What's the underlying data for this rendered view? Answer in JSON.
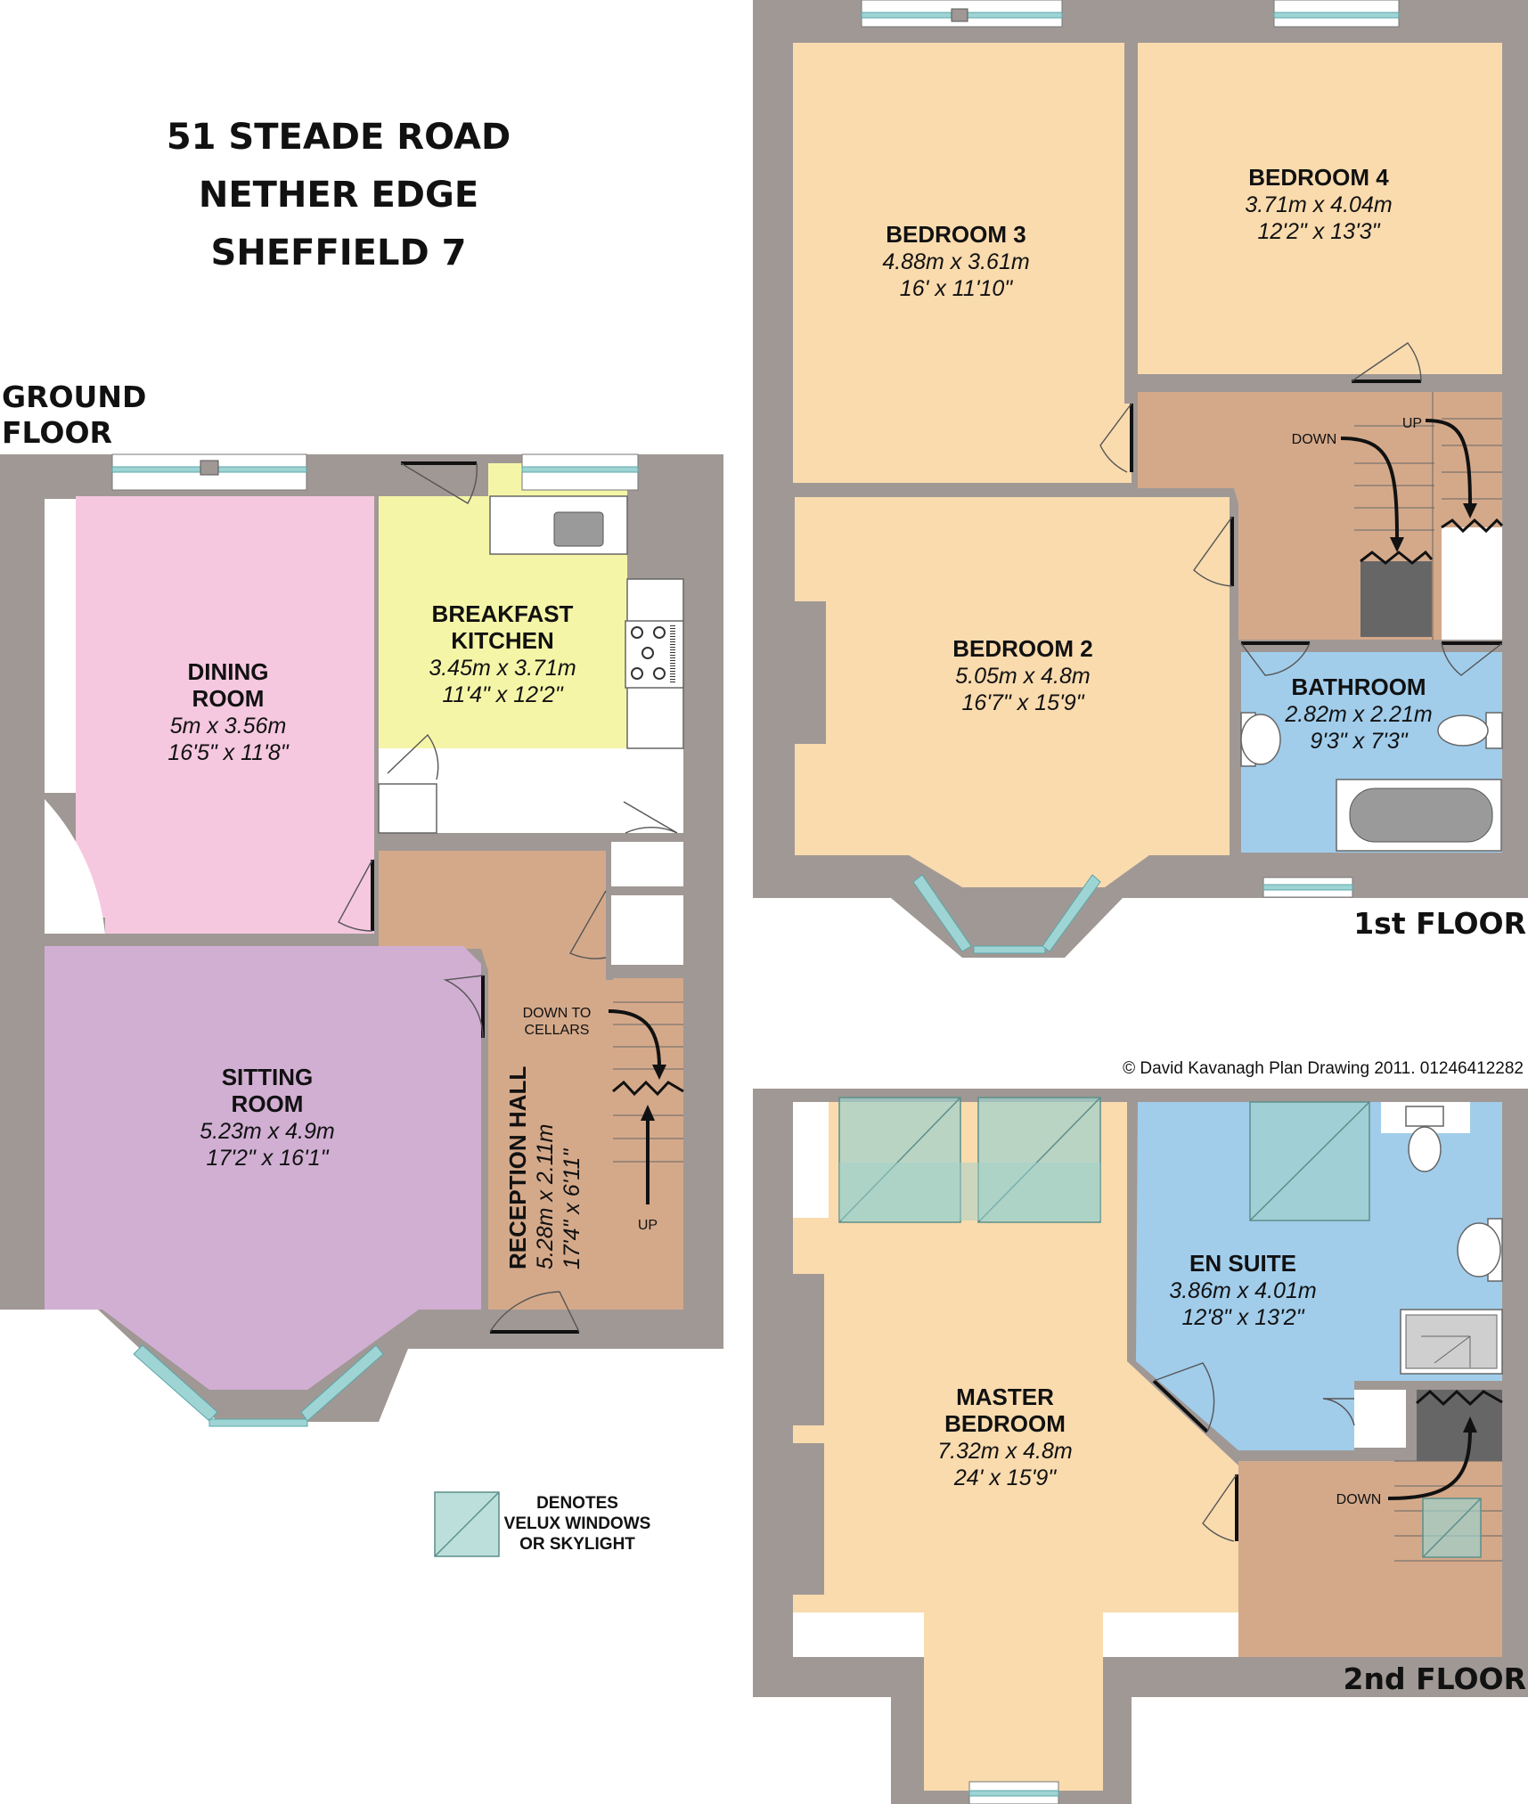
{
  "header": {
    "line1": "51 STEADE ROAD",
    "line2": "NETHER EDGE",
    "line3": "SHEFFIELD 7"
  },
  "floors": {
    "ground_line1": "GROUND",
    "ground_line2": "FLOOR",
    "first": "1st FLOOR",
    "second": "2nd FLOOR"
  },
  "rooms": {
    "dining": {
      "name1": "DINING",
      "name2": "ROOM",
      "metric": "5m x 3.56m",
      "imperial": "16'5\" x 11'8\""
    },
    "kitchen": {
      "name1": "BREAKFAST",
      "name2": "KITCHEN",
      "metric": "3.45m x 3.71m",
      "imperial": "11'4\" x 12'2\""
    },
    "sitting": {
      "name1": "SITTING",
      "name2": "ROOM",
      "metric": "5.23m x 4.9m",
      "imperial": "17'2\" x 16'1\""
    },
    "hall": {
      "name": "RECEPTION HALL",
      "metric": "5.28m x 2.11m",
      "imperial": "17'4\" x 6'11\""
    },
    "bedroom3": {
      "name": "BEDROOM 3",
      "metric": "4.88m x 3.61m",
      "imperial": "16' x 11'10\""
    },
    "bedroom4": {
      "name": "BEDROOM 4",
      "metric": "3.71m x 4.04m",
      "imperial": "12'2\" x 13'3\""
    },
    "bedroom2": {
      "name": "BEDROOM 2",
      "metric": "5.05m x 4.8m",
      "imperial": "16'7\" x 15'9\""
    },
    "bathroom": {
      "name": "BATHROOM",
      "metric": "2.82m x 2.21m",
      "imperial": "9'3\" x 7'3\""
    },
    "master": {
      "name1": "MASTER",
      "name2": "BEDROOM",
      "metric": "7.32m x 4.8m",
      "imperial": "24' x 15'9\""
    },
    "ensuite": {
      "name": "EN SUITE",
      "metric": "3.86m x 4.01m",
      "imperial": "12'8\" x 13'2\""
    }
  },
  "stair_labels": {
    "down_to_1": "DOWN TO",
    "down_to_2": "CELLARS",
    "up": "UP",
    "down": "DOWN"
  },
  "legend": {
    "line1": "DENOTES",
    "line2": "VELUX WINDOWS",
    "line3": "OR SKYLIGHT"
  },
  "copyright": "© David Kavanagh Plan Drawing 2011. 01246412282",
  "colors": {
    "wall": "#a09895",
    "dining": "#f5c8df",
    "kitchen": "#f5f5a8",
    "sitting": "#d1afd3",
    "hall": "#d4a98a",
    "bedroom": "#f9dbae",
    "bathroom": "#a1cdeb",
    "velux": "#9fd2cc"
  }
}
